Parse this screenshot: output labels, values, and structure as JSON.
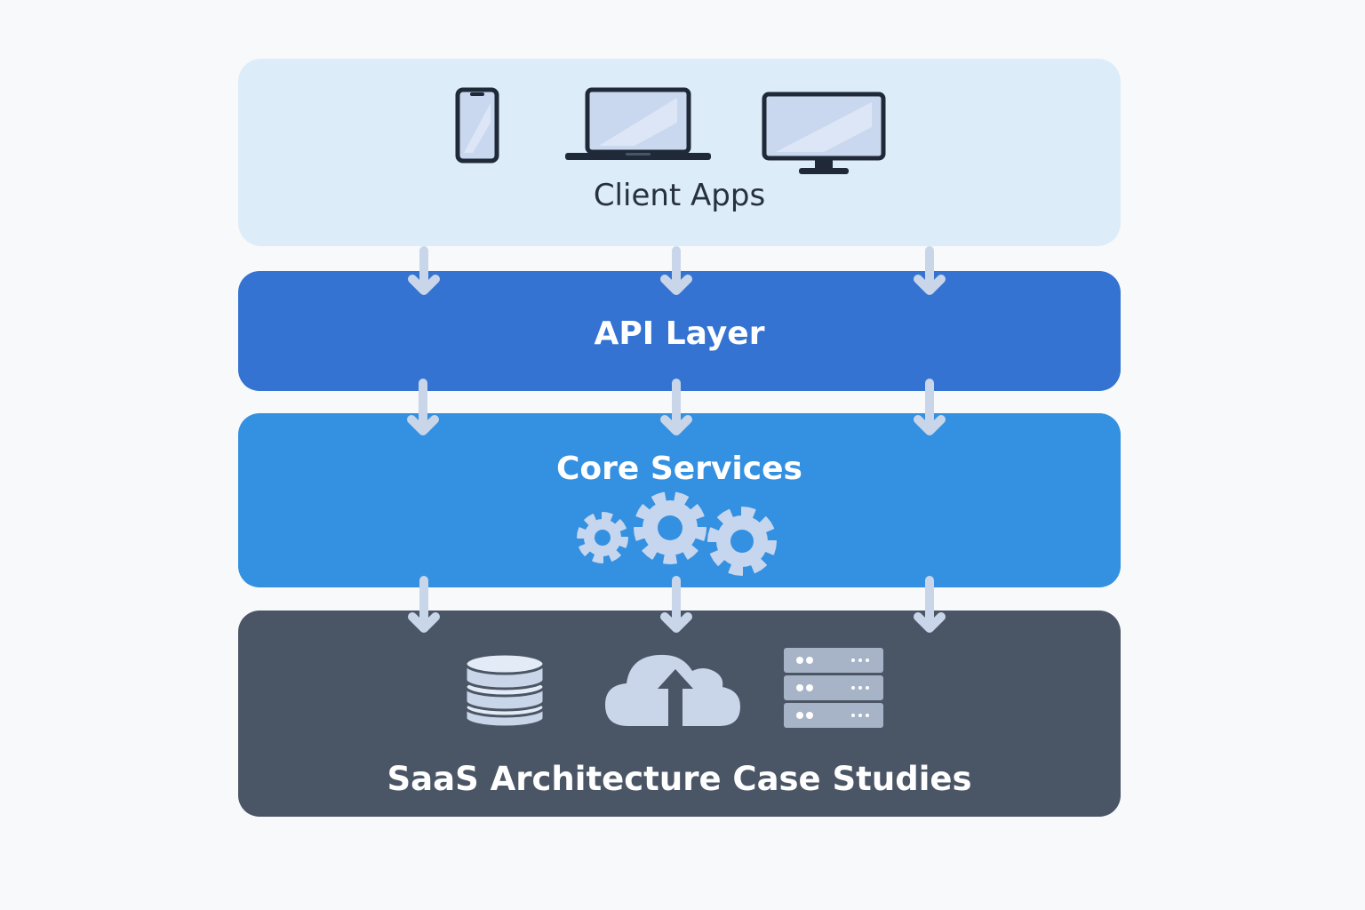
{
  "layers": {
    "client": {
      "label": "Client Apps"
    },
    "api": {
      "label": "API Layer"
    },
    "core": {
      "label": "Core Services"
    },
    "data": {
      "label": "SaaS Architecture Case Studies"
    }
  },
  "icons": {
    "client": [
      "smartphone-icon",
      "laptop-icon",
      "desktop-monitor-icon"
    ],
    "core": [
      "gear-icon",
      "gear-icon",
      "gear-icon"
    ],
    "data": [
      "database-icon",
      "cloud-upload-icon",
      "server-rack-icon"
    ]
  },
  "colors": {
    "background": "#f8f9fb",
    "client_layer": "#ddecf9",
    "api_layer": "#3473d1",
    "core_layer": "#3490e1",
    "data_layer": "#4a5565",
    "arrow": "#c9d6e9",
    "icon_stroke": "#1f2937",
    "icon_fill": "#c6d6ee"
  }
}
